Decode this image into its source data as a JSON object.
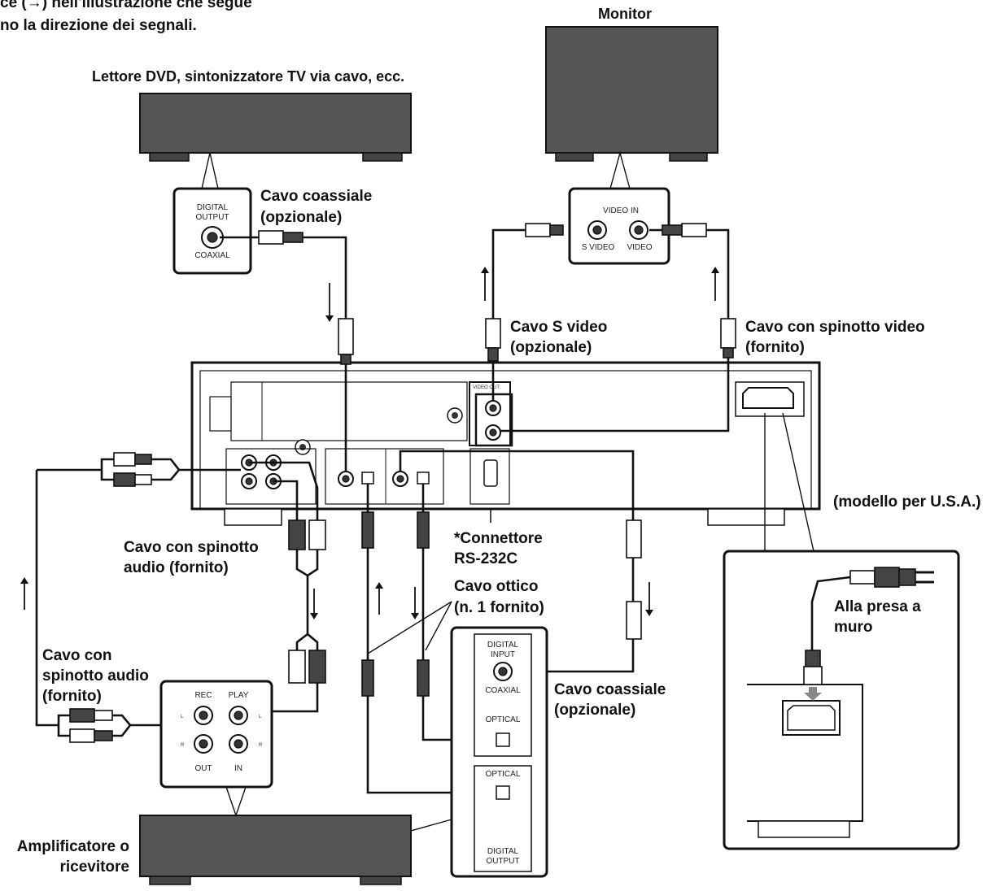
{
  "labels": {
    "intro_line1": "ce (→) nell'illustrazione che segue",
    "intro_line2": "no la direzione dei segnali.",
    "monitor": "Monitor",
    "dvd_player": "Lettore DVD, sintonizzatore TV via cavo, ecc.",
    "coax_top_1": "Cavo coassiale",
    "coax_top_2": "(opzionale)",
    "svideo_1": "Cavo S video",
    "svideo_2": "(opzionale)",
    "video_1": "Cavo con spinotto video",
    "video_2": "(fornito)",
    "model": "(modello per U.S.A.)",
    "audio_mid_1": "Cavo con spinotto",
    "audio_mid_2": "audio (fornito)",
    "rs232_1": "*Connettore",
    "rs232_2": "RS-232C",
    "optical_1": "Cavo ottico",
    "optical_2": "(n. 1 fornito)",
    "wall_1": "Alla presa a",
    "wall_2": "muro",
    "audio_left_1": "Cavo con",
    "audio_left_2": "spinotto audio",
    "audio_left_3": "(fornito)",
    "coax_bot_1": "Cavo coassiale",
    "coax_bot_2": "(opzionale)",
    "amp_1": "Amplificatore o",
    "amp_2": "ricevitore"
  },
  "panel_labels": {
    "digital_output_1": "DIGITAL",
    "digital_output_2": "OUTPUT",
    "coaxial": "COAXIAL",
    "video_in": "VIDEO IN",
    "s_video": "S VIDEO",
    "video": "VIDEO",
    "rec": "REC",
    "play": "PLAY",
    "out": "OUT",
    "in": "IN",
    "l": "L",
    "r": "R",
    "digital_input_1": "DIGITAL",
    "digital_input_2": "INPUT",
    "optical": "OPTICAL",
    "optical_out": "OPTICAL"
  }
}
